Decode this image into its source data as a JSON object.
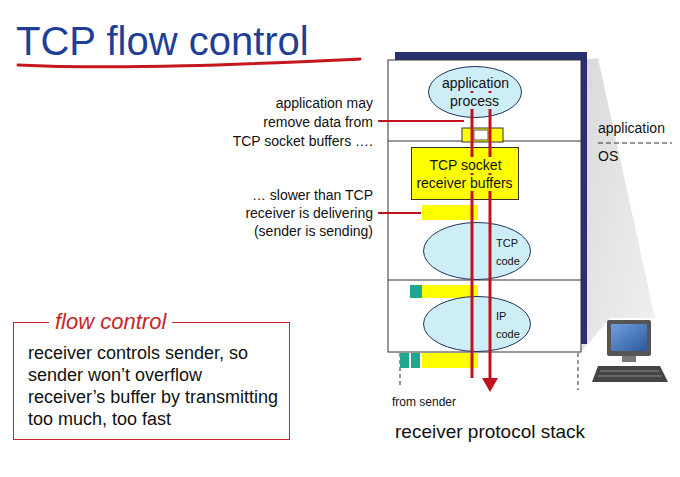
{
  "diagram": {
    "title": "TCP flow control",
    "nodes": [
      {
        "text": [
          "application process"
        ]
      },
      {
        "text": [
          "TCP socket receiver buffers"
        ]
      },
      {
        "text": [
          "TCP code"
        ]
      },
      {
        "text": [
          "IP code"
        ]
      },
      {
        "text": [
          "flow control",
          "receiver controls sender, so sender won’t overflow receiver’s buffer by transmitting too much, too fast"
        ]
      }
    ],
    "labels": [
      "application may remove data from TCP socket buffers ….",
      "… slower than TCP receiver is delivering (sender is sending)",
      "application",
      "OS",
      "from sender",
      "receiver protocol stack"
    ]
  }
}
